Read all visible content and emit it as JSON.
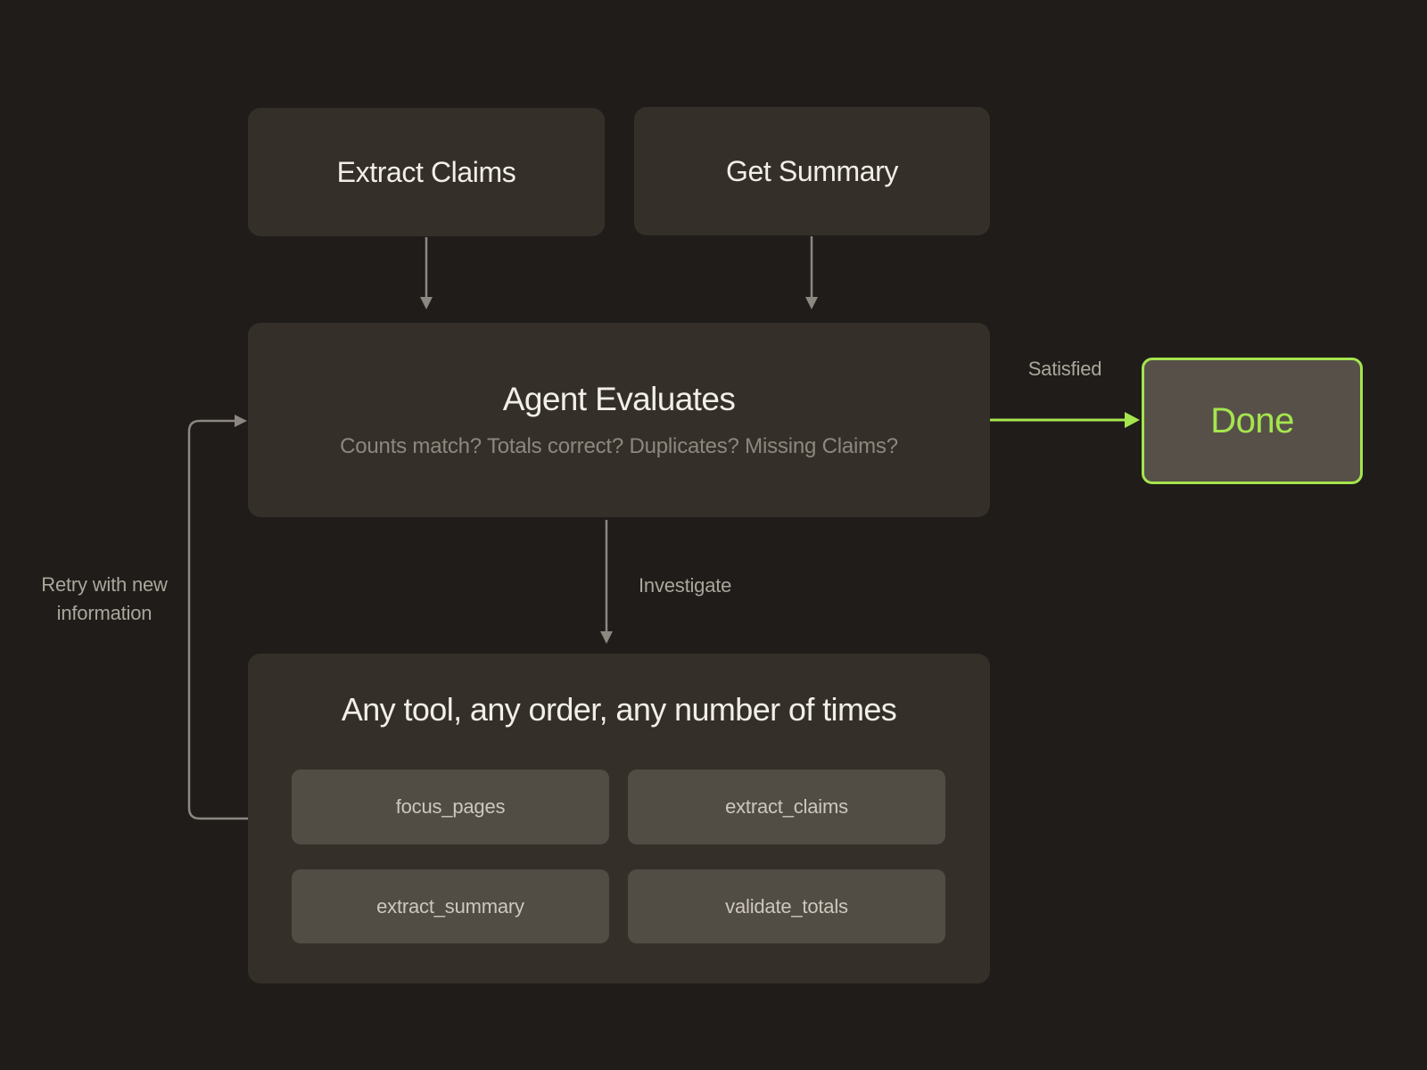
{
  "diagram": {
    "nodes": {
      "extract_claims": {
        "label": "Extract Claims"
      },
      "get_summary": {
        "label": "Get Summary"
      },
      "agent": {
        "title": "Agent Evaluates",
        "subtitle": "Counts match? Totals correct? Duplicates? Missing Claims?"
      },
      "done": {
        "label": "Done"
      },
      "toolbox": {
        "title": "Any tool, any order, any number of times",
        "tools": [
          "focus_pages",
          "extract_claims",
          "extract_summary",
          "validate_totals"
        ]
      }
    },
    "edges": {
      "satisfied_label": "Satisfied",
      "investigate_label": "Investigate",
      "retry_label_line1": "Retry with new",
      "retry_label_line2": "information"
    },
    "colors": {
      "background": "#1f1c19",
      "node_fill": "#343029",
      "tool_fill": "#514c44",
      "done_fill": "#575049",
      "accent_green": "#a5e54e",
      "arrow_gray": "#8c8781",
      "title_text": "#f2efe9",
      "muted_text": "#8d887f",
      "label_text": "#aba69c",
      "tool_text": "#cdc7bd"
    }
  }
}
